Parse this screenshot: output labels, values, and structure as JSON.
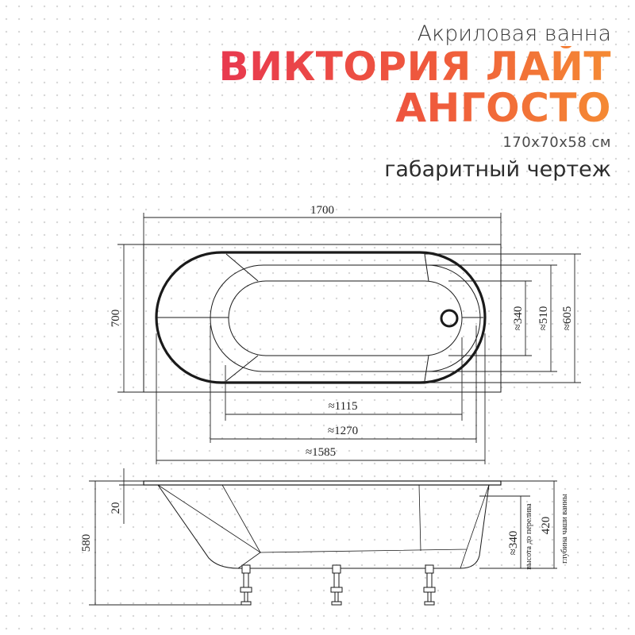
{
  "header": {
    "subtitle": "Акриловая ванна",
    "name_line1": "ВИКТОРИЯ ЛАЙТ",
    "name_line2": "АНГОСТО",
    "dimensions": "170x70x58 см",
    "drawing_type": "габаритный чертеж"
  },
  "top_view": {
    "length": "1700",
    "width": "700",
    "inner_length_1": "≈1115",
    "inner_length_2": "≈1270",
    "inner_length_3": "≈1585",
    "inner_width_1": "≈340",
    "inner_width_2": "≈510",
    "inner_width_3": "≈605"
  },
  "side_view": {
    "total_height": "580",
    "rim_thickness": "20",
    "overflow_height": "≈340",
    "overflow_label": "высота до перелива",
    "bowl_depth": "420",
    "bowl_depth_label": "глубина чаши ванны"
  },
  "colors": {
    "title_gradient_start": "#e8394f",
    "title_gradient_end": "#f58a33",
    "line": "#1a1a1a"
  }
}
